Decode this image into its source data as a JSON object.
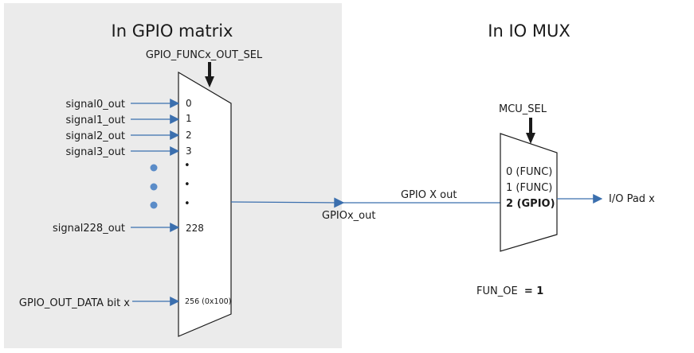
{
  "colors": {
    "panel_bg": "#ebebeb",
    "arrow": "#3b6fae",
    "dot": "#5b8cc8",
    "stroke": "#1a1a1a"
  },
  "gpio_matrix": {
    "title": "In GPIO matrix",
    "select_label": "GPIO_FUNCx_OUT_SEL",
    "inputs": [
      {
        "signal": "signal0_out",
        "index": "0"
      },
      {
        "signal": "signal1_out",
        "index": "1"
      },
      {
        "signal": "signal2_out",
        "index": "2"
      },
      {
        "signal": "signal3_out",
        "index": "3"
      },
      {
        "signal": "signal228_out",
        "index": "228"
      },
      {
        "signal": "GPIO_OUT_DATA bit x",
        "index": "256 (0x100)"
      }
    ],
    "ellipsis_marks": [
      "•",
      "•",
      "•"
    ],
    "output_label": "GPIOx_out"
  },
  "io_mux": {
    "title": "In IO MUX",
    "select_label": "MCU_SEL",
    "inputs": [
      "0 (FUNC)",
      "1 (FUNC)",
      "2 (GPIO)"
    ],
    "input_label": "GPIO X out",
    "output_label": "I/O Pad x",
    "fun_oe_label": "FUN_OE",
    "fun_oe_value": "= 1"
  }
}
